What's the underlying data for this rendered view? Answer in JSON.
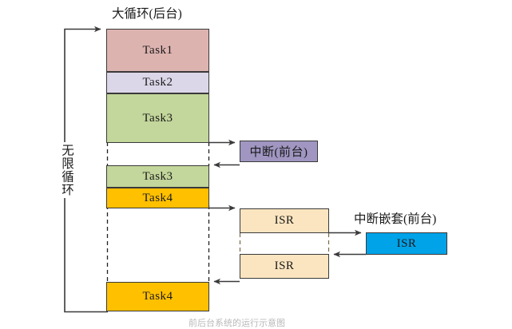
{
  "diagram": {
    "title_main_loop": "大循环(后台)",
    "label_infinite_loop": "无限循环",
    "label_interrupt": "中断(前台)",
    "label_nested_interrupt": "中断嵌套(前台)",
    "caption": "前后台系统的运行示意图",
    "colors": {
      "task1": "#ddb3b0",
      "task2": "#dcd7e8",
      "task3": "#c3d69b",
      "task4": "#ffc000",
      "interrupt": "#a096c1",
      "isr": "#fbe5c0",
      "nested_isr": "#00a2e8",
      "outline": "#3a3a3a",
      "arrow": "#3a3a3a"
    },
    "background_tasks": [
      {
        "name": "task1-block",
        "label": "Task1",
        "color_key": "task1"
      },
      {
        "name": "task2-block",
        "label": "Task2",
        "color_key": "task2"
      },
      {
        "name": "task3-block",
        "label": "Task3",
        "color_key": "task3"
      },
      {
        "name": "task3-resume-block",
        "label": "Task3",
        "color_key": "task3"
      },
      {
        "name": "task4-block",
        "label": "Task4",
        "color_key": "task4"
      },
      {
        "name": "task4-resume-block",
        "label": "Task4",
        "color_key": "task4"
      }
    ],
    "foreground_blocks": [
      {
        "name": "interrupt-block",
        "label": "中断(前台)",
        "color_key": "interrupt"
      },
      {
        "name": "isr-upper-block",
        "label": "ISR",
        "color_key": "isr"
      },
      {
        "name": "isr-lower-block",
        "label": "ISR",
        "color_key": "isr"
      },
      {
        "name": "nested-isr-block",
        "label": "ISR",
        "color_key": "nested_isr"
      }
    ]
  }
}
